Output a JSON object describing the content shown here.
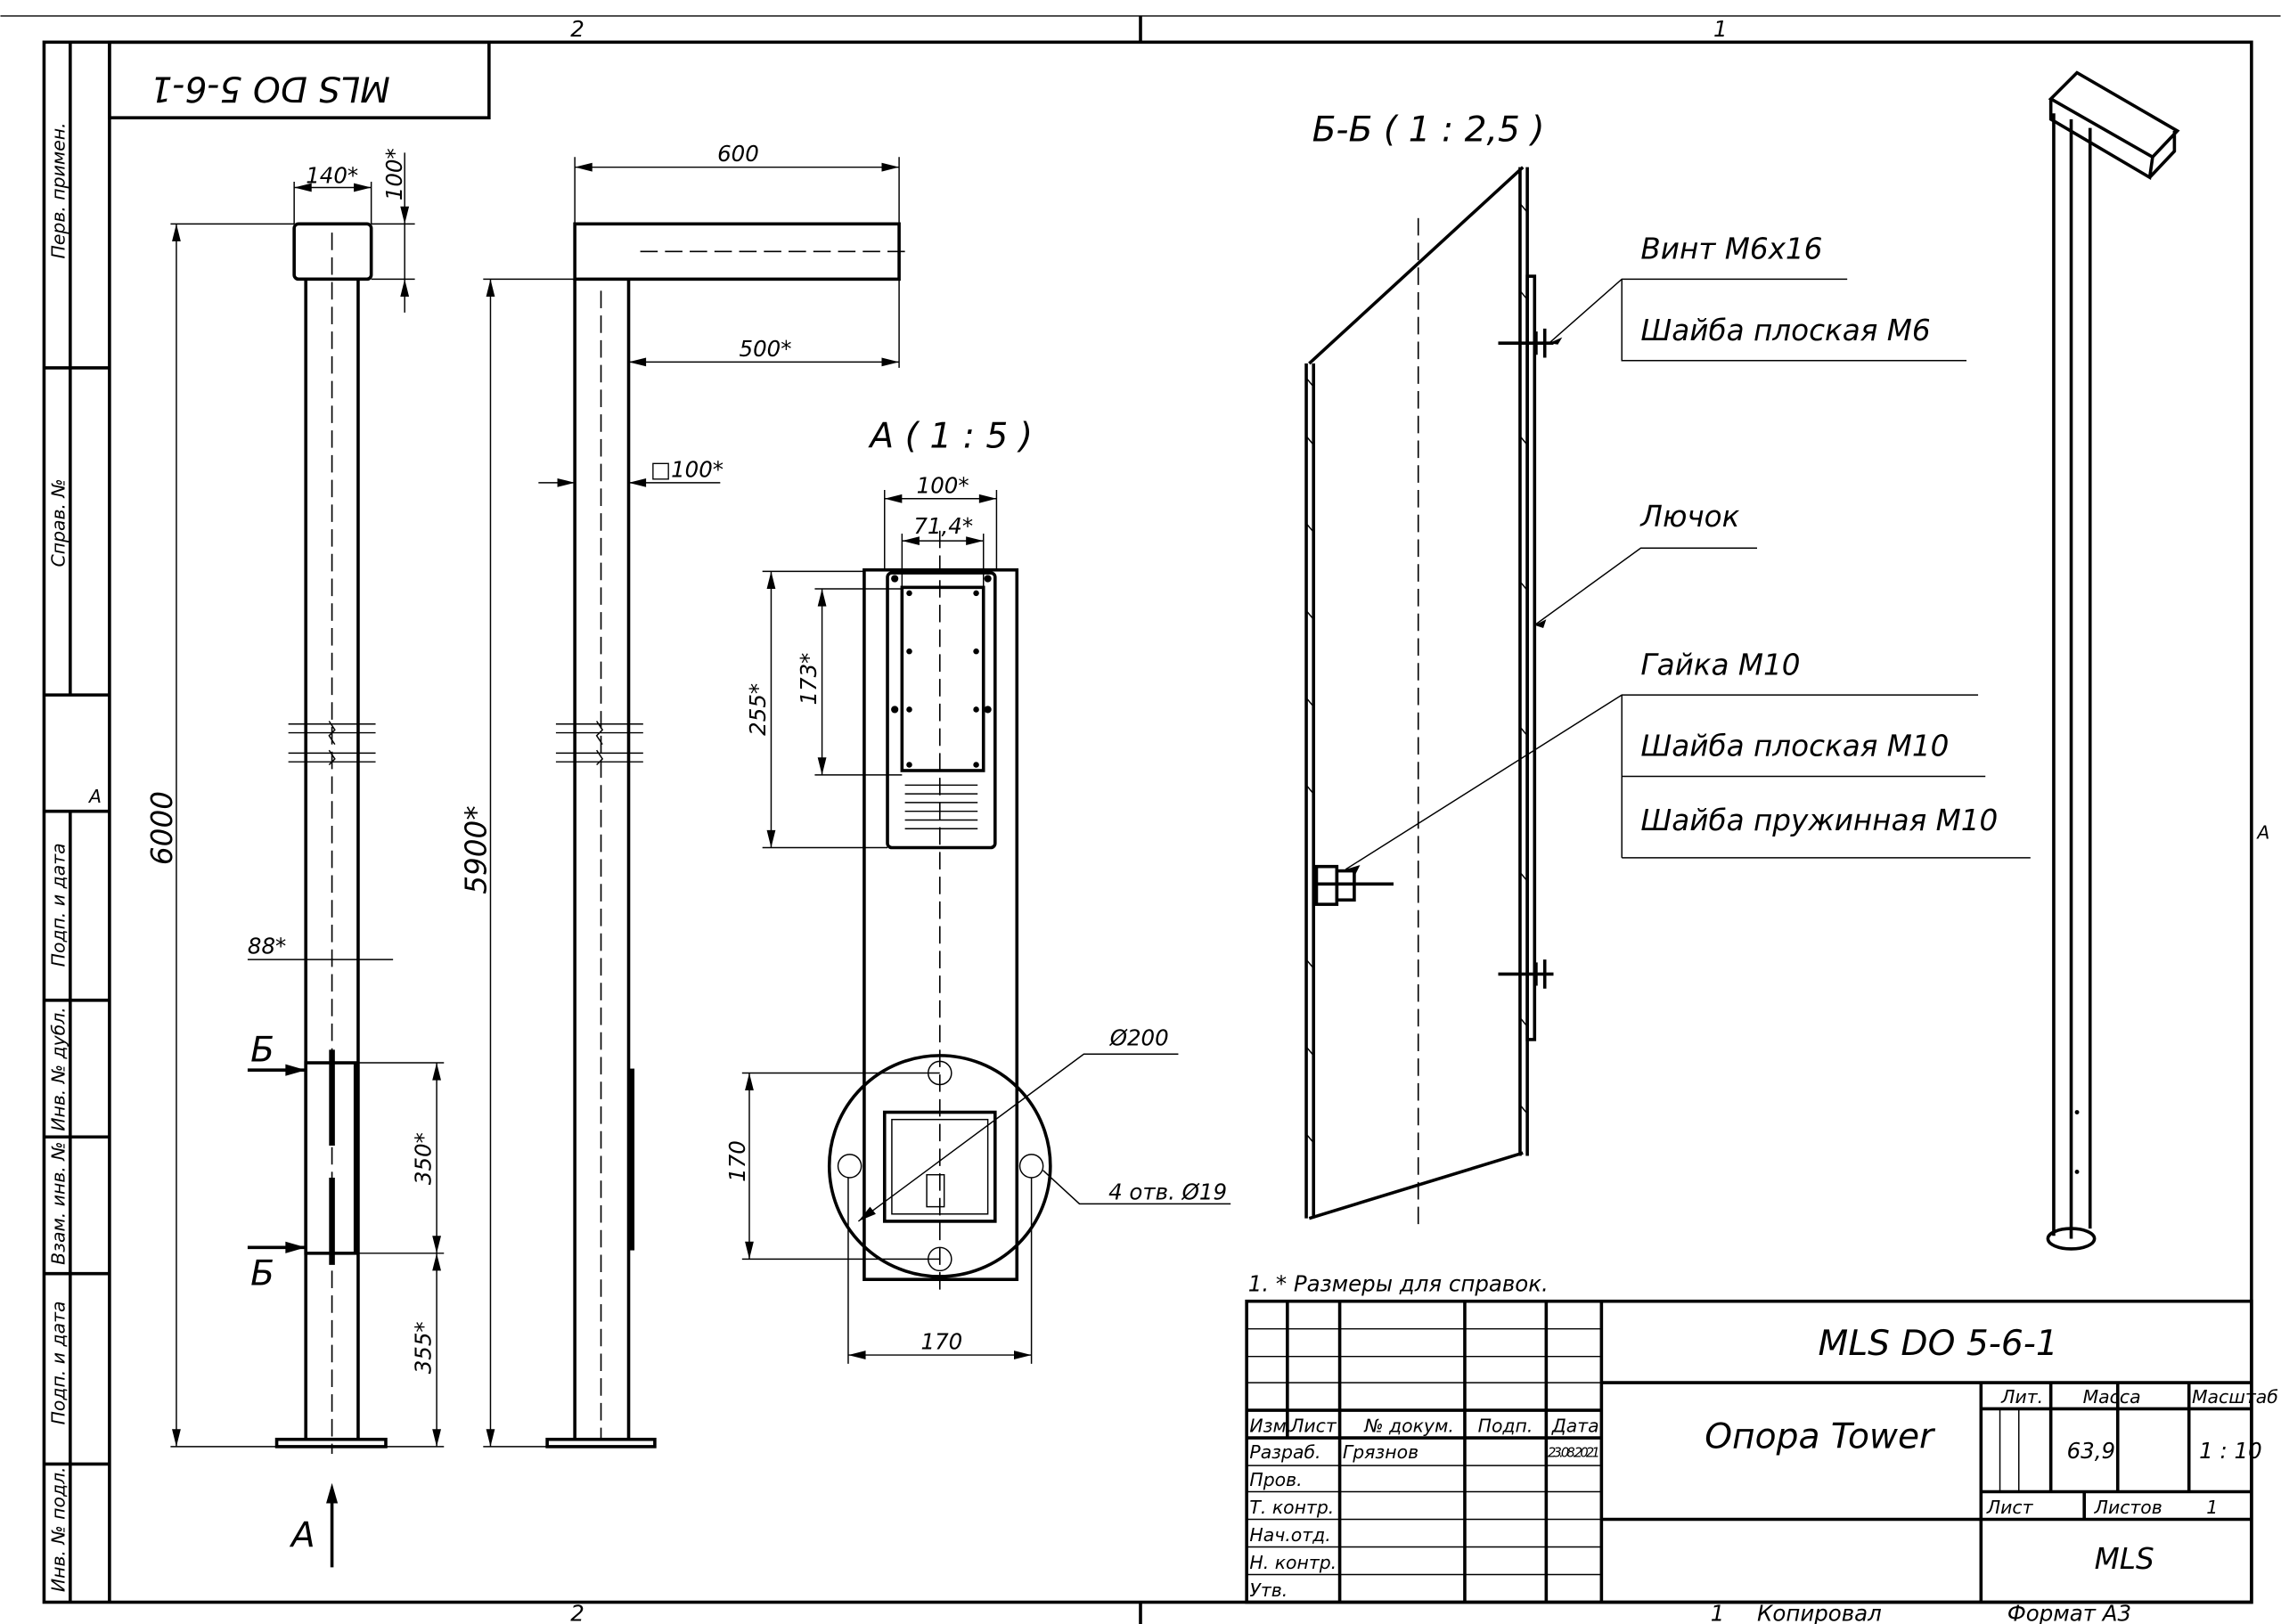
{
  "sheet": {
    "zone_top_left": "2",
    "zone_top_right": "1",
    "zone_bottom_left": "2",
    "zone_side_left": "A",
    "zone_side_right": "A",
    "copied_label": "1",
    "copied_by": "Копировал",
    "format": "Формат А3",
    "mirror_code": "MLS DO 5-6-1"
  },
  "side_strip": [
    "Перв. примен.",
    "Справ. №",
    "Подп. и дата",
    "Инв. № дубл.",
    "Взам. инв. №",
    "Подп. и дата",
    "Инв. № подл."
  ],
  "front_view": {
    "dim_width": "140*",
    "dim_head": "100*",
    "dim_height": "6000",
    "dim_hatch_offset": "88*",
    "dim_hatch": "350*",
    "dim_bottom": "355*",
    "section_mark": "Б",
    "view_mark": "А"
  },
  "side_view": {
    "dim_arm": "600",
    "dim_arm_inner": "500*",
    "dim_pole": "□100*",
    "dim_height": "5900*"
  },
  "view_a": {
    "title": "А ( 1 : 5 )",
    "dim_width": "100*",
    "dim_inner": "71,4*",
    "dim_hatch_h": "255*",
    "dim_hatch_inner": "173*",
    "dim_diameter": "Ø200",
    "dim_holes": "4 отв. Ø19",
    "dim_base_v": "170",
    "dim_base_h": "170"
  },
  "section": {
    "title": "Б-Б ( 1 : 2,5 )",
    "callouts": [
      "Винт M6x16",
      "Шайба плоская M6",
      "Лючок",
      "Гайка M10",
      "Шайба плоская M10",
      "Шайба пружинная M10"
    ]
  },
  "note": "1.   * Размеры для справок.",
  "title_block": {
    "designation": "MLS DO 5-6-1",
    "name": "Опора Tower",
    "headers": [
      "Изм.",
      "Лист",
      "№ докум.",
      "Подп.",
      "Дата"
    ],
    "roles": [
      "Разраб.",
      "Пров.",
      "Т. контр.",
      "Нач.отд.",
      "Н. контр.",
      "Утв."
    ],
    "developer": "Грязнов",
    "date": "23.08.2021",
    "lit_label": "Лит.",
    "mass_label": "Масса",
    "scale_label": "Масштаб",
    "mass": "63,9",
    "scale": "1 : 10",
    "sheet_label": "Лист",
    "sheets_label": "Листов",
    "sheets": "1",
    "company": "MLS"
  }
}
